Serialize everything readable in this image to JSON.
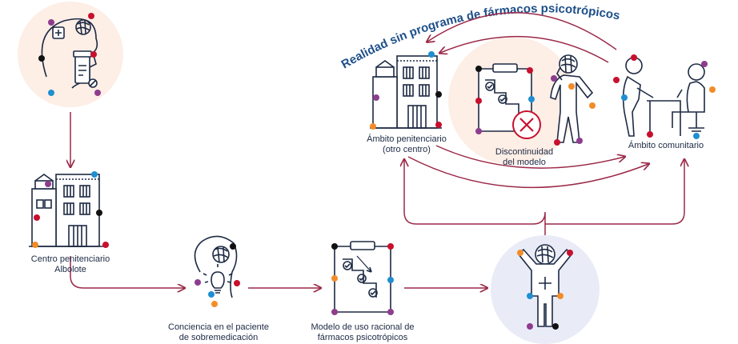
{
  "arc_title": "Realidad sin programa de fármacos psicotrópicos",
  "nodes": {
    "centro": {
      "line1": "Centro penitenciario",
      "line2": "Albolote"
    },
    "conciencia": {
      "line1": "Conciencia en el paciente",
      "line2": "de sobremedicación"
    },
    "modelo": {
      "line1": "Modelo de uso racional de",
      "line2": "fármacos psicotrópicos"
    },
    "ambito_penitenciario": {
      "line1": "Ámbito penitenciario",
      "line2": "(otro centro)"
    },
    "discontinuidad": {
      "line1": "Discontinuidad",
      "line2": "del modelo"
    },
    "ambito_comunitario": {
      "line1": "Ámbito comunitario"
    }
  },
  "colors": {
    "navy": "#1d2a44",
    "arrow": "#9b2948",
    "peach": "#fdeee6",
    "lavender": "#e9ecf7",
    "blue_dot": "#1f8fd1",
    "orange_dot": "#f28c28",
    "purple_dot": "#8e3d8e",
    "red_dot": "#c8102e",
    "black_dot": "#111111"
  }
}
